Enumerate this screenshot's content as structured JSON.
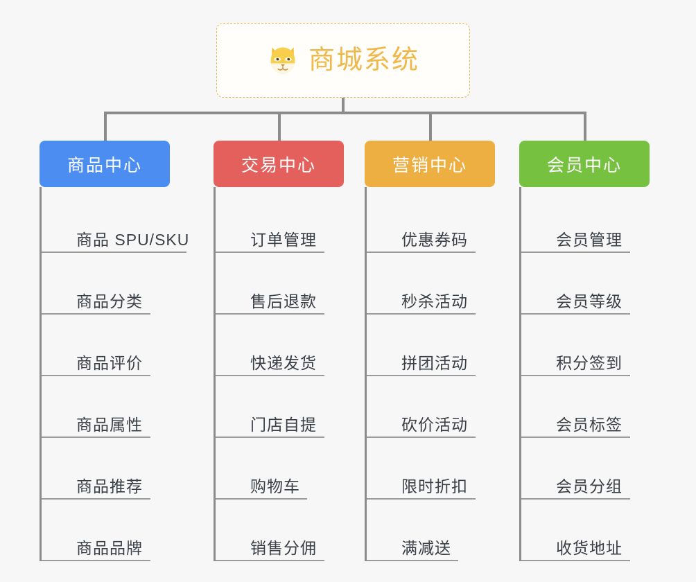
{
  "diagram": {
    "type": "org-chart",
    "background_color": "#f7f7f7",
    "connector_color": "#8b8b8b",
    "root": {
      "title": "商城系统",
      "icon": "shiba-dog-icon",
      "text_color": "#f0b848",
      "border_color": "#e8b658",
      "background_color": "#fffefb"
    },
    "categories": [
      {
        "label": "商品中心",
        "color": "#4b8df0",
        "width": 188,
        "items": [
          {
            "label": "商品 SPU/SKU",
            "rule_width": 209
          },
          {
            "label": "商品分类",
            "rule_width": 157
          },
          {
            "label": "商品评价",
            "rule_width": 157
          },
          {
            "label": "商品属性",
            "rule_width": 157
          },
          {
            "label": "商品推荐",
            "rule_width": 157
          },
          {
            "label": "商品品牌",
            "rule_width": 157
          }
        ]
      },
      {
        "label": "交易中心",
        "color": "#e4605c",
        "width": 188,
        "items": [
          {
            "label": "订单管理",
            "rule_width": 157
          },
          {
            "label": "售后退款",
            "rule_width": 157
          },
          {
            "label": "快递发货",
            "rule_width": 157
          },
          {
            "label": "门店自提",
            "rule_width": 157
          },
          {
            "label": "购物车",
            "rule_width": 132
          },
          {
            "label": "销售分佣",
            "rule_width": 157
          }
        ]
      },
      {
        "label": "营销中心",
        "color": "#eeaf42",
        "width": 188,
        "items": [
          {
            "label": "优惠券码",
            "rule_width": 157
          },
          {
            "label": "秒杀活动",
            "rule_width": 157
          },
          {
            "label": "拼团活动",
            "rule_width": 157
          },
          {
            "label": "砍价活动",
            "rule_width": 157
          },
          {
            "label": "限时折扣",
            "rule_width": 157
          },
          {
            "label": "满减送",
            "rule_width": 132
          }
        ]
      },
      {
        "label": "会员中心",
        "color": "#76c140",
        "width": 188,
        "items": [
          {
            "label": "会员管理",
            "rule_width": 157
          },
          {
            "label": "会员等级",
            "rule_width": 157
          },
          {
            "label": "积分签到",
            "rule_width": 157
          },
          {
            "label": "会员标签",
            "rule_width": 157
          },
          {
            "label": "会员分组",
            "rule_width": 157
          },
          {
            "label": "收货地址",
            "rule_width": 157
          }
        ]
      }
    ]
  }
}
